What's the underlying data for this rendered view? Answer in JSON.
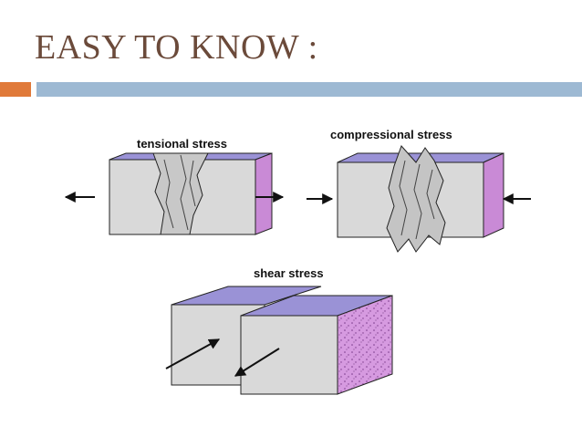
{
  "slide": {
    "title": "EASY TO KNOW :",
    "accent_color": "#e07a3a",
    "bar_color": "#9db9d3"
  },
  "diagram": {
    "labels": {
      "tensional": "tensional stress",
      "compressional": "compressional stress",
      "shear": "shear stress"
    },
    "colors": {
      "block_front": "#d9d9d9",
      "block_top": "#9a92d6",
      "block_side": "#c98ad6",
      "outline": "#222222"
    }
  }
}
